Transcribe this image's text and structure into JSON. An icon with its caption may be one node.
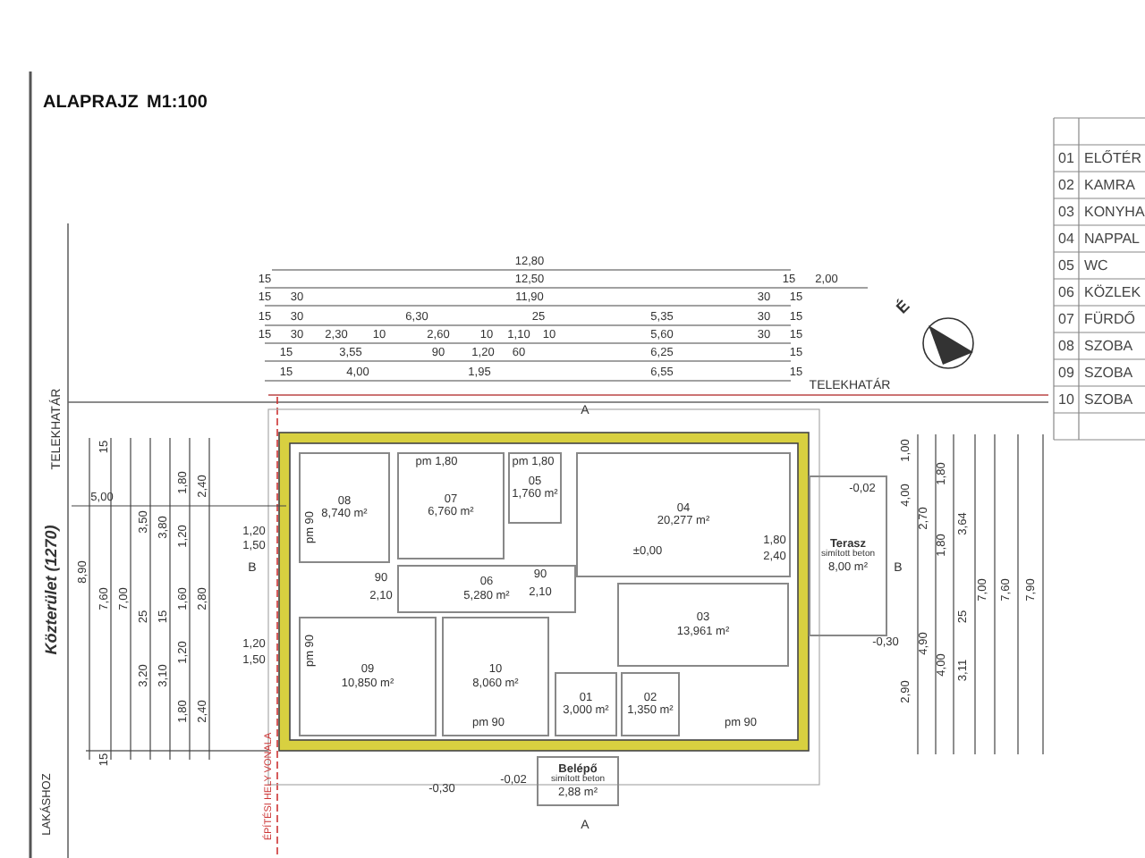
{
  "diagram": {
    "nodes": [
      {
        "text": [
          "08",
          "8,740 m²"
        ]
      },
      {
        "text": [
          "07",
          "6,760 m²"
        ]
      },
      {
        "text": [
          "05",
          "1,760 m²"
        ]
      },
      {
        "text": [
          "04",
          "20,277 m²"
        ]
      },
      {
        "text": [
          "06",
          "5,280 m²"
        ]
      },
      {
        "text": [
          "Terasz",
          "simított beton",
          "8,00 m²"
        ]
      },
      {
        "text": [
          "09",
          "10,850 m²"
        ]
      },
      {
        "text": [
          "10",
          "8,060 m²"
        ]
      },
      {
        "text": [
          "03",
          "13,961 m²"
        ]
      },
      {
        "text": [
          "01",
          "3,000 m²"
        ]
      },
      {
        "text": [
          "02",
          "1,350 m²"
        ]
      },
      {
        "text": [
          "Belépő",
          "simított beton",
          "2,88 m²"
        ]
      }
    ],
    "labels": [
      "ALAPRAJZ",
      "M1:100",
      "01",
      "ELŐTÉR",
      "02",
      "KAMRA",
      "03",
      "KONYHA",
      "04",
      "NAPPAL",
      "05",
      "WC",
      "06",
      "KÖZLEK",
      "07",
      "FÜRDŐ",
      "08",
      "SZOBA",
      "09",
      "SZOBA",
      "10",
      "SZOBA",
      "12,80",
      "15",
      "12,50",
      "15",
      "2,00",
      "15",
      "30",
      "11,90",
      "30",
      "15",
      "15",
      "30",
      "6,30",
      "25",
      "5,35",
      "30",
      "15",
      "15",
      "30",
      "2,30",
      "10",
      "2,60",
      "10",
      "1,10",
      "10",
      "5,60",
      "30",
      "15",
      "15",
      "3,55",
      "90",
      "1,20",
      "60",
      "6,25",
      "15",
      "15",
      "4,00",
      "1,95",
      "6,55",
      "15",
      "É",
      "TELEKHATÁR",
      "TELEKHATÁR",
      "Közterület (1270)",
      "5,00",
      "8,90",
      "15",
      "7,60",
      "15",
      "7,00",
      "3,50",
      "25",
      "3,20",
      "3,80",
      "15",
      "3,10",
      "1,80",
      "1,20",
      "1,60",
      "1,20",
      "1,80",
      "2,40",
      "2,80",
      "2,40",
      "1,20",
      "1,50",
      "B",
      "1,20",
      "1,50",
      "LAKÁSHOZ",
      "ÉPÍTÉSI HELY VONALA",
      "A",
      "pm 1,80",
      "pm 1,80",
      "pm 90",
      "90",
      "2,10",
      "90",
      "2,10",
      "±0,00",
      "-0,02",
      "1,80",
      "2,40",
      "B",
      "pm 90",
      "pm 90",
      "pm 90",
      "-0,30",
      "-0,30",
      "-0,02",
      "A",
      "1,00",
      "4,00",
      "2,90",
      "2,70",
      "4,90",
      "1,80",
      "1,80",
      "4,00",
      "3,64",
      "25",
      "3,11",
      "7,00",
      "7,60",
      "7,90"
    ]
  }
}
